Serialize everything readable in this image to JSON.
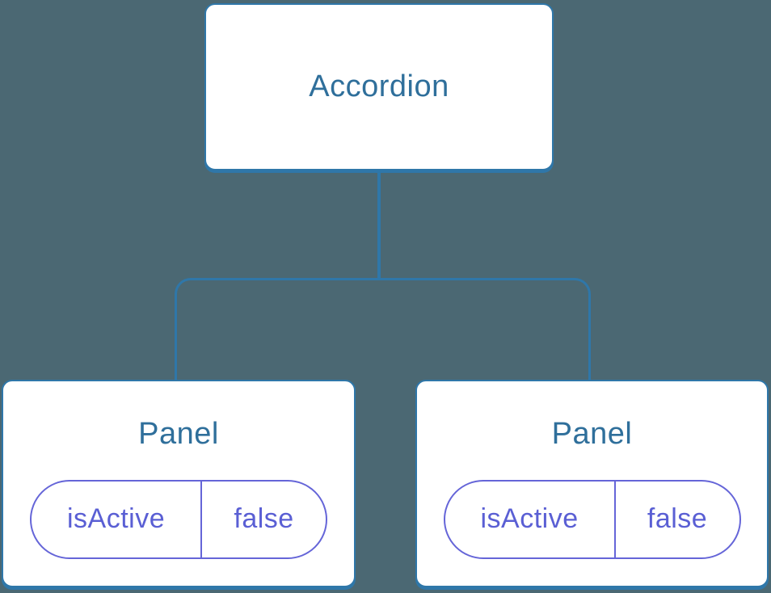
{
  "colors": {
    "bg": "#4B6873",
    "blue": "#2F77A9",
    "title-blue": "#2F6F9B",
    "purple-border": "#6565D8",
    "purple-text": "#5A5FD4",
    "node-bg": "#FFFFFF"
  },
  "diagram": {
    "type": "component-tree",
    "root": {
      "label": "Accordion"
    },
    "children": [
      {
        "label": "Panel",
        "state": {
          "name": "isActive",
          "value": "false"
        }
      },
      {
        "label": "Panel",
        "state": {
          "name": "isActive",
          "value": "false"
        }
      }
    ]
  }
}
